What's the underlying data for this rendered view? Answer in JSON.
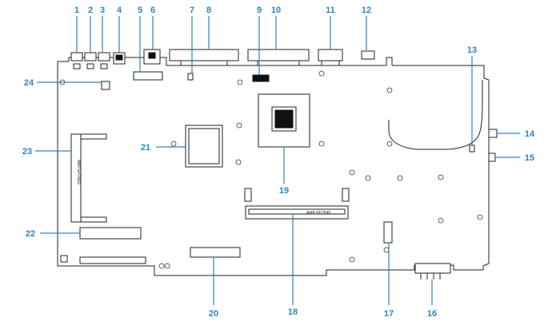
{
  "callouts": [
    {
      "n": "1"
    },
    {
      "n": "2"
    },
    {
      "n": "3"
    },
    {
      "n": "4"
    },
    {
      "n": "5"
    },
    {
      "n": "6"
    },
    {
      "n": "7"
    },
    {
      "n": "8"
    },
    {
      "n": "9"
    },
    {
      "n": "10"
    },
    {
      "n": "11"
    },
    {
      "n": "12"
    },
    {
      "n": "13"
    },
    {
      "n": "14"
    },
    {
      "n": "15"
    },
    {
      "n": "16"
    },
    {
      "n": "17"
    },
    {
      "n": "18"
    },
    {
      "n": "19"
    },
    {
      "n": "20"
    },
    {
      "n": "21"
    },
    {
      "n": "22"
    },
    {
      "n": "23"
    },
    {
      "n": "24"
    }
  ],
  "silkscreen": {
    "pcmcia_marking": "AMP-EP28D2",
    "dimm_marking": "AMP-FE2848"
  },
  "colors": {
    "callout": "#2a86bf",
    "outline": "#222222"
  }
}
